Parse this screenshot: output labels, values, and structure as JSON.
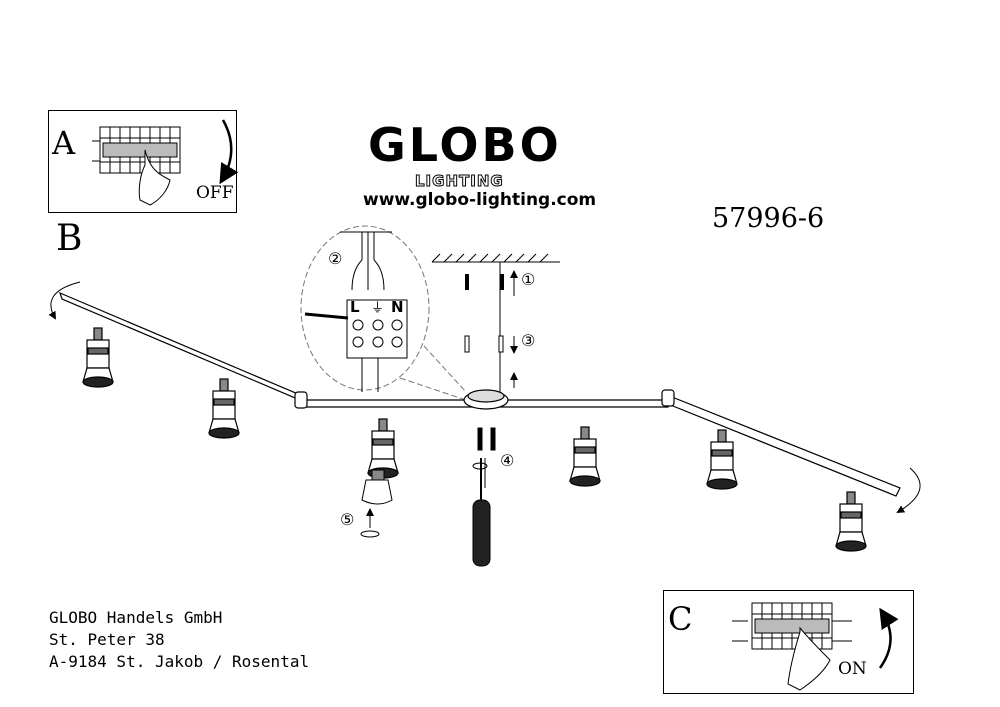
{
  "brand": {
    "name": "GLOBO",
    "subtitle": "LIGHTING",
    "url": "www.globo-lighting.com"
  },
  "model_number": "57996-6",
  "steps": {
    "a": {
      "label": "A",
      "state": "OFF"
    },
    "b": {
      "label": "B"
    },
    "c": {
      "label": "C",
      "state": "ON"
    }
  },
  "detail": {
    "circle_number": "②",
    "terminals": [
      "L",
      "⏚",
      "N"
    ]
  },
  "callouts": [
    "①",
    "③",
    "④",
    "⑤"
  ],
  "address": {
    "line1": "GLOBO Handels GmbH",
    "line2": "St. Peter 38",
    "line3": "A-9184 St. Jakob / Rosental"
  }
}
